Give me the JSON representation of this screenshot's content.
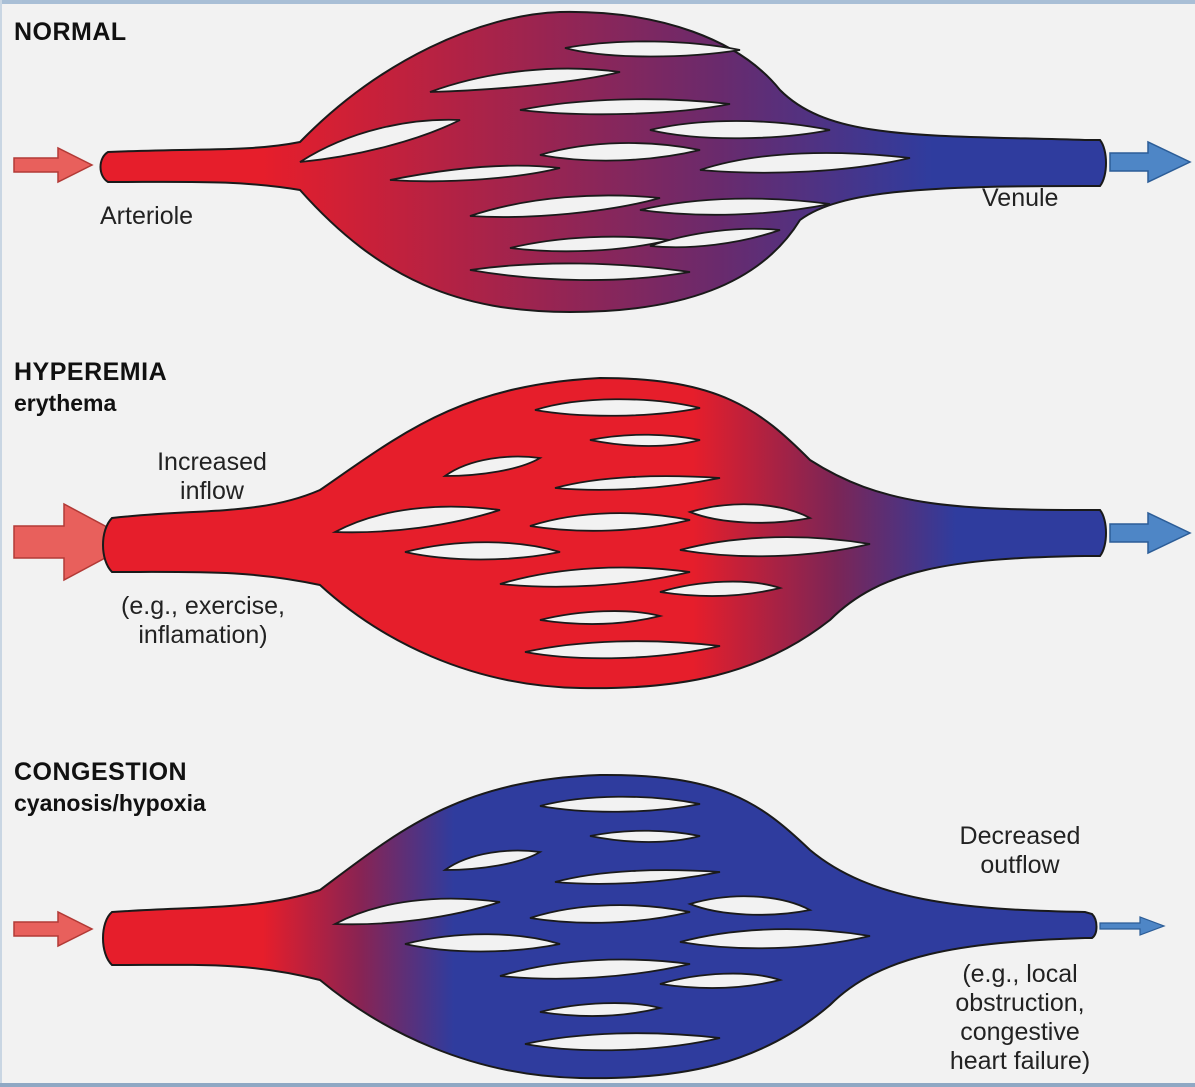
{
  "colors": {
    "arterial": "#e61e2b",
    "venous": "#2f3c9e",
    "mixed": "#7b2556",
    "arrow_in": "#e8605c",
    "arrow_out": "#4e86c6",
    "outline": "#1a1a1a",
    "background": "#f2f2f2"
  },
  "panels": [
    {
      "title": "NORMAL",
      "subtitle": "",
      "labels": {
        "arteriole": "Arteriole",
        "venule": "Venule"
      }
    },
    {
      "title": "HYPEREMIA",
      "subtitle": "erythema",
      "labels": {
        "inflow_line1": "Increased",
        "inflow_line2": "inflow",
        "example_line1": "(e.g., exercise,",
        "example_line2": "inflamation)"
      }
    },
    {
      "title": "CONGESTION",
      "subtitle": "cyanosis/hypoxia",
      "labels": {
        "outflow_line1": "Decreased",
        "outflow_line2": "outflow",
        "example_line1": "(e.g., local",
        "example_line2": "obstruction,",
        "example_line3": "congestive",
        "example_line4": "heart failure)"
      }
    }
  ]
}
